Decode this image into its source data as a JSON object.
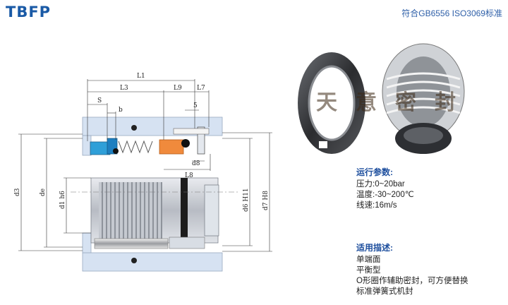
{
  "brand": "TBFP",
  "standard": "符合GB6556 ISO3069标准",
  "watermark": "天意密封",
  "drawing": {
    "labels": {
      "L1": "L1",
      "L3": "L3",
      "L9": "L9",
      "L7": "L7",
      "S": "S",
      "b": "b",
      "five": "5",
      "d8": "d8",
      "L8": "L8",
      "d3": "d3",
      "de": "de",
      "d1h6": "d1  h6",
      "d6H11": "d6  H11",
      "d7H8": "d7  H8"
    }
  },
  "params": {
    "heading": "运行参数:",
    "lines": [
      "压力:0~20bar",
      "温度:-30~200℃",
      "线速:16m/s"
    ]
  },
  "applications": {
    "heading": "适用描述:",
    "lines": [
      "单端面",
      "平衡型",
      "O形圈作辅助密封，可方便替换",
      "标准弹簧式机封"
    ]
  },
  "colors": {
    "brand": "#1a5aa6",
    "housing": "#d6e2f2",
    "shaft": "#c9ccd2",
    "seal_face": "#2f9fd8",
    "orange_ring": "#f08a3c"
  }
}
